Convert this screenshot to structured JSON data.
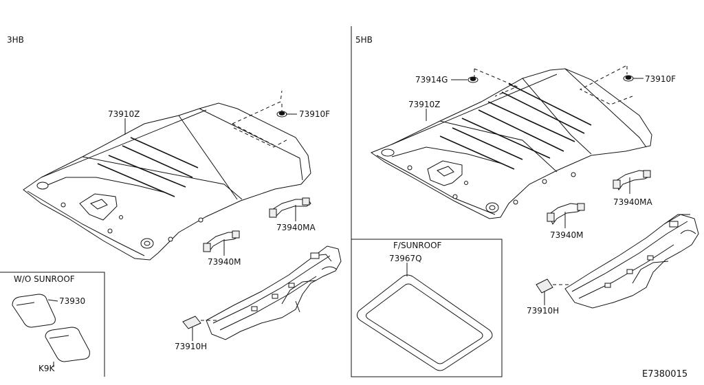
{
  "sections": {
    "hb3": "3HB",
    "hb5": "5HB",
    "wo_sunroof": "W/O SUNROOF",
    "f_sunroof": "F/SUNROOF"
  },
  "parts": {
    "hb3_headlining": "73910Z",
    "hb3_clip": "73910F",
    "hb3_grip_ma": "73940MA",
    "hb3_grip_m": "73940M",
    "hb3_pad_h": "73910H",
    "wo_pad": "73930",
    "wo_kit": "K9K",
    "hb5_clip_g": "73914G",
    "hb5_clip_f": "73910F",
    "hb5_headlining": "73910Z",
    "hb5_grip_ma": "73940MA",
    "hb5_grip_m": "73940M",
    "hb5_pad_h": "73910H",
    "sunroof_trim": "73967Q"
  },
  "diagram_code": "E7380015"
}
